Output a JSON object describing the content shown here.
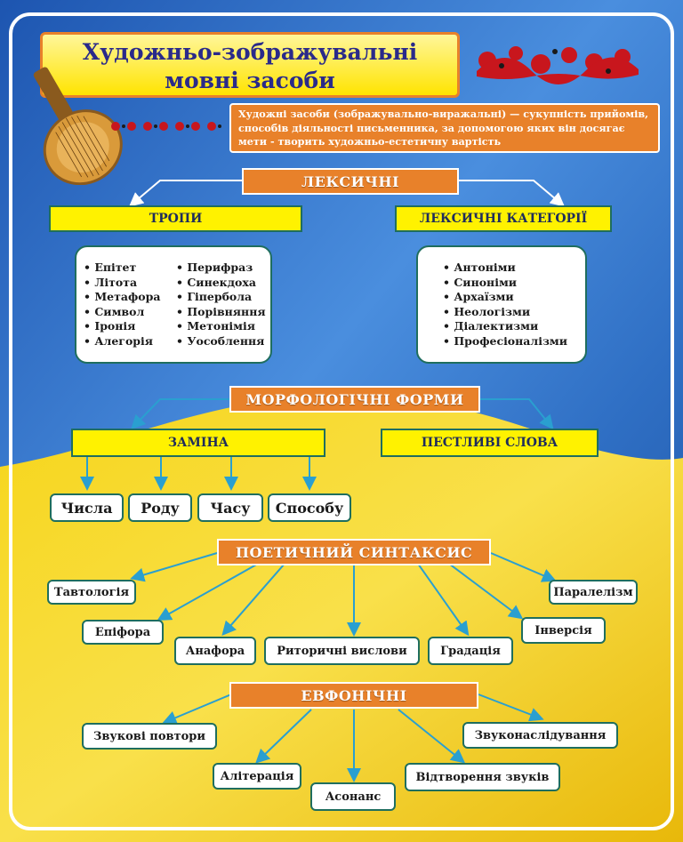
{
  "title": {
    "line1": "Художньо-зображувальні",
    "line2": "мовні засоби"
  },
  "definition": "Художні засоби (зображувально-виражальні) — сукупність прийомів, способів діяльності письменника, за допомогою яких він досягає мети - творить художньо-естетичну вартість",
  "colors": {
    "blue": "#2f74c9",
    "yellow": "#f3cf0c",
    "orange": "#e8812a",
    "arrow": "#2a9fd0",
    "box_border": "#1f6e5e"
  },
  "sections": {
    "lexical": {
      "title": "ЛЕКСИЧНІ",
      "tropes": {
        "title": "ТРОПИ",
        "col1": [
          "Епітет",
          "Літота",
          "Метафора",
          "Символ",
          "Іронія",
          "Алегорія"
        ],
        "col2": [
          "Перифраз",
          "Синекдоха",
          "Гіпербола",
          "Порівняння",
          "Метонімія",
          "Уособлення"
        ]
      },
      "categories": {
        "title": "ЛЕКСИЧНІ КАТЕГОРІЇ",
        "items": [
          "Антоніми",
          "Синоніми",
          "Архаїзми",
          "Неологізми",
          "Діалектизми",
          "Професіоналізми"
        ]
      }
    },
    "morphological": {
      "title": "МОРФОЛОГІЧНІ ФОРМИ",
      "replacement": {
        "title": "ЗАМІНА",
        "items": [
          "Числа",
          "Роду",
          "Часу",
          "Способу"
        ]
      },
      "diminutive": "ПЕСТЛИВІ СЛОВА"
    },
    "syntax": {
      "title": "ПОЕТИЧНИЙ СИНТАКСИС",
      "items": [
        "Тавтологія",
        "Епіфора",
        "Анафора",
        "Риторичні вислови",
        "Градація",
        "Інверсія",
        "Паралелізм"
      ]
    },
    "euphonic": {
      "title": "ЕВФОНІЧНІ",
      "items": [
        "Звукові повтори",
        "Алітерація",
        "Асонанс",
        "Відтворення звуків",
        "Звуконаслідування"
      ]
    }
  }
}
